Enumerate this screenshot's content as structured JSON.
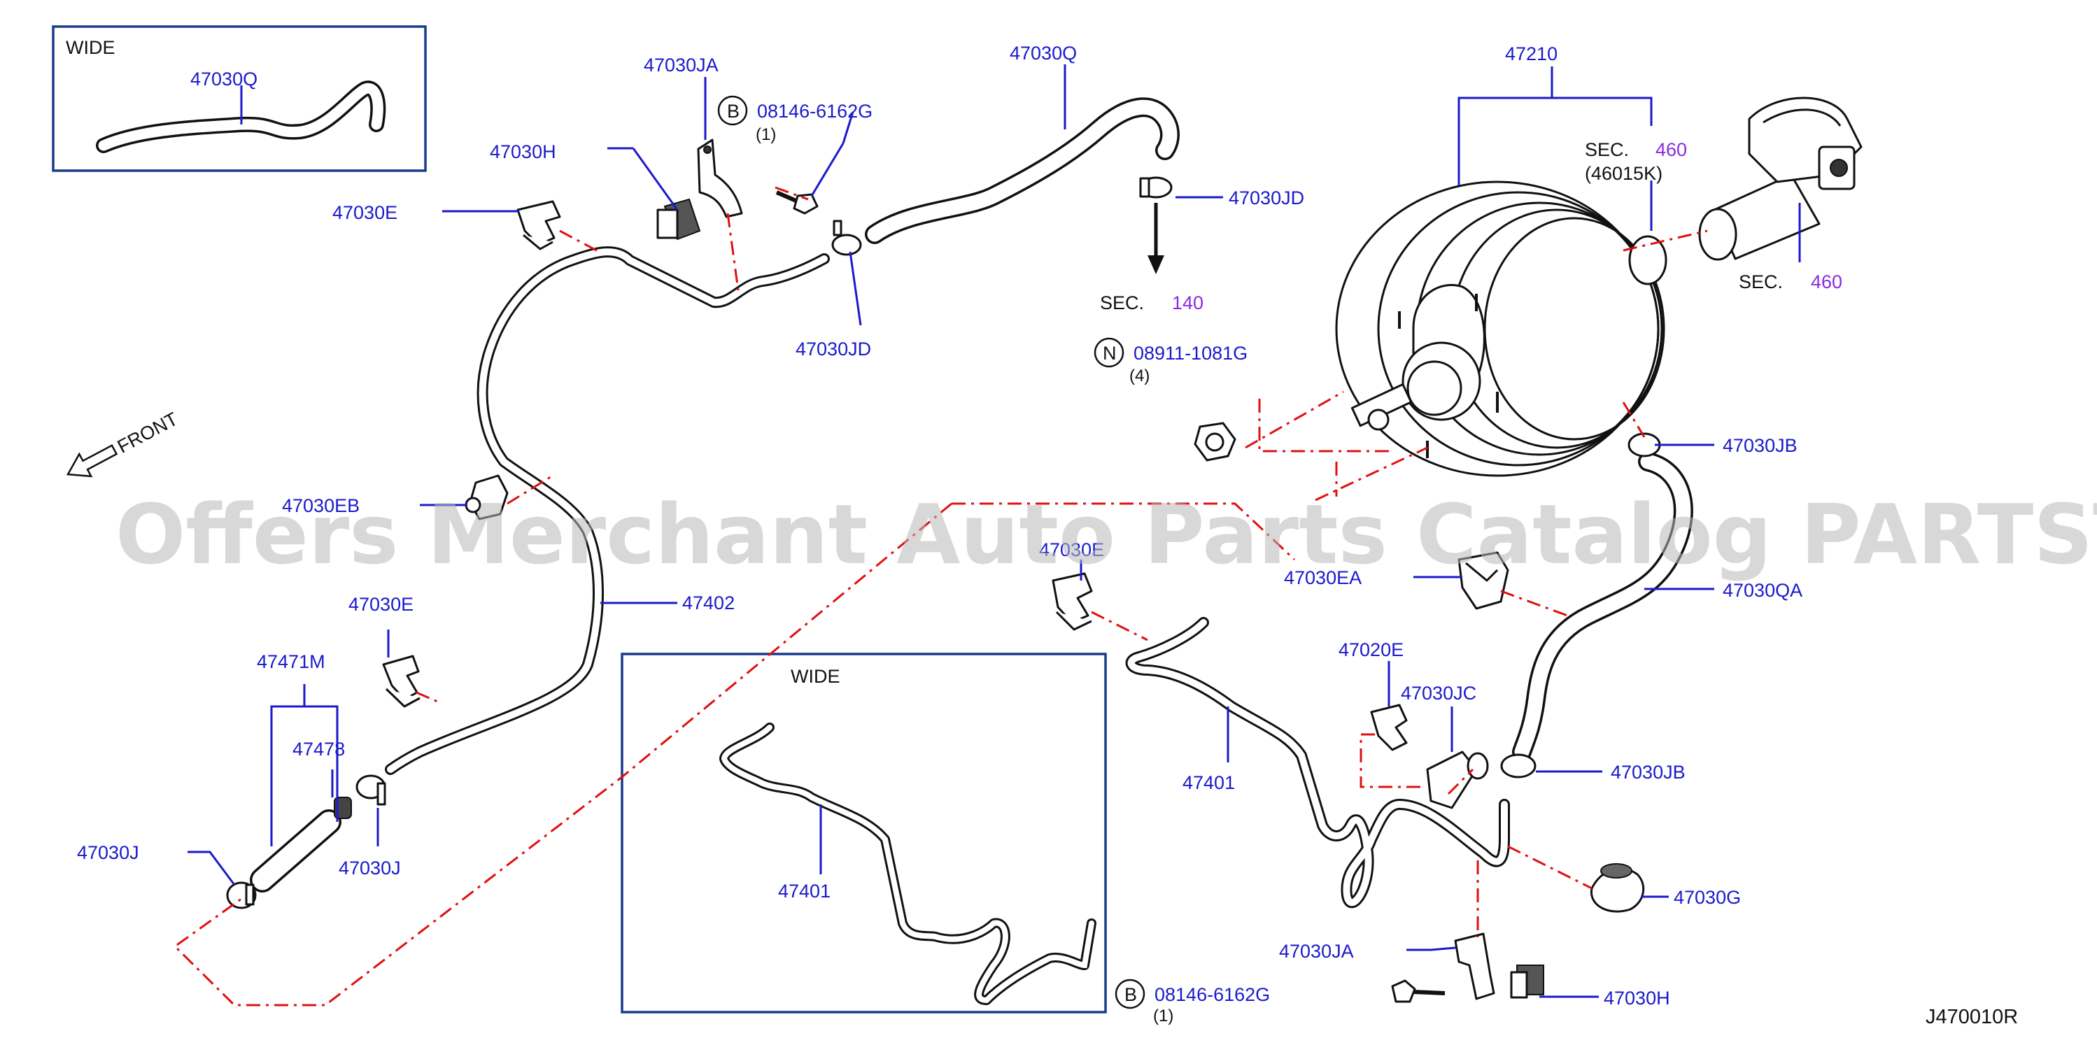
{
  "diagram_id": "J470010R",
  "watermark": "Offers Merchant Auto Parts Catalog PARTSTORE.SA",
  "front_label": "FRONT",
  "colors": {
    "label": "#1a1acc",
    "leader": "#1a1acc",
    "dash_line": "#e01010",
    "box": "#1a3a8c",
    "sec_ref": "#8a2be2"
  },
  "inset_top": {
    "title": "WIDE",
    "part": "47030Q"
  },
  "inset_bottom": {
    "title": "WIDE",
    "part": "47401"
  },
  "callouts": {
    "p47030JA_top": "47030JA",
    "p47030H_top": "47030H",
    "p47030E_top": "47030E",
    "p47030Q": "47030Q",
    "p47030JD_right": "47030JD",
    "p47030JD_left": "47030JD",
    "p47210": "47210",
    "p47030EB": "47030EB",
    "p47402": "47402",
    "p47030E_mid": "47030E",
    "p47471M": "47471M",
    "p47478": "47478",
    "p47030J_left": "47030J",
    "p47030J_mid": "47030J",
    "p47030E_center": "47030E",
    "p47401": "47401",
    "p47030JB_top": "47030JB",
    "p47030EA": "47030EA",
    "p47030QA": "47030QA",
    "p47020E": "47020E",
    "p47030JC": "47030JC",
    "p47030JB_bottom": "47030JB",
    "p47030G": "47030G",
    "p47030JA_bottom": "47030JA",
    "p47030H_bottom": "47030H"
  },
  "fasteners": {
    "bolt_top": {
      "marker": "B",
      "part": "08146-6162G",
      "qty": "(1)"
    },
    "nut": {
      "marker": "N",
      "part": "08911-1081G",
      "qty": "(4)"
    },
    "bolt_bottom": {
      "marker": "B",
      "part": "08146-6162G",
      "qty": "(1)"
    }
  },
  "sections": {
    "sec140": {
      "label": "SEC.",
      "num": "140"
    },
    "sec460_top": {
      "label": "SEC.",
      "num": "460",
      "sub": "(46015K)"
    },
    "sec460_right": {
      "label": "SEC.",
      "num": "460"
    }
  }
}
